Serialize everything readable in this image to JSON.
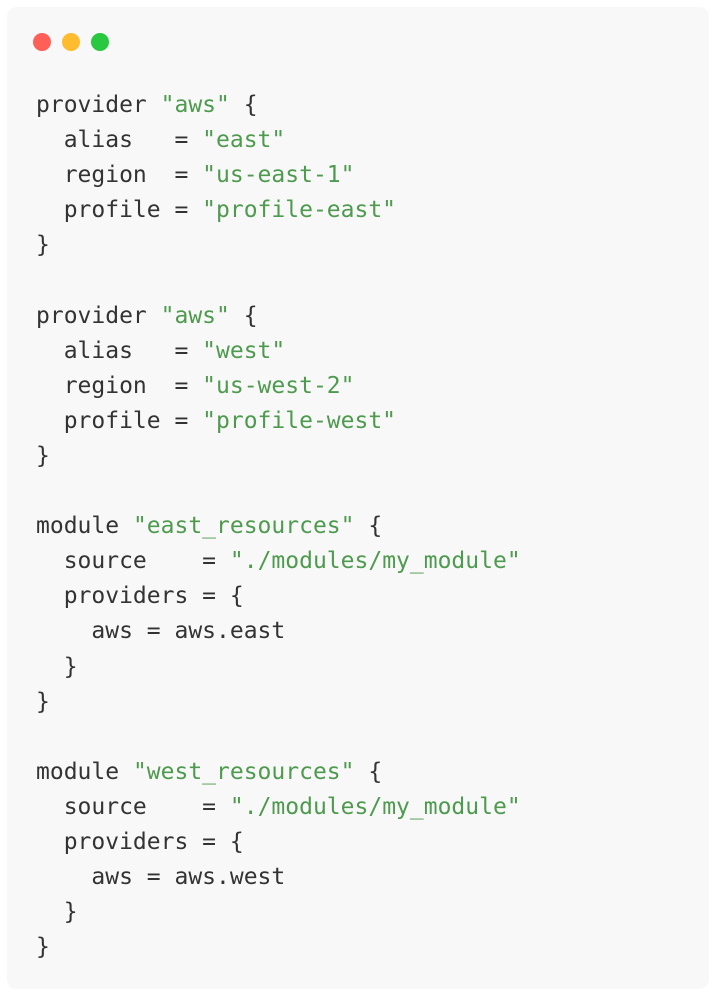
{
  "window": {
    "controls": [
      "close",
      "minimize",
      "maximize"
    ],
    "colors": {
      "background": "#f8f8f8",
      "text": "#333333",
      "string": "#4e9a4e",
      "close": "#ff5f57",
      "minimize": "#febc2e",
      "maximize": "#28c840"
    }
  },
  "code": {
    "lines": [
      [
        {
          "t": "provider ",
          "k": "plain"
        },
        {
          "t": "\"aws\"",
          "k": "str"
        },
        {
          "t": " {",
          "k": "plain"
        }
      ],
      [
        {
          "t": "  alias   = ",
          "k": "plain"
        },
        {
          "t": "\"east\"",
          "k": "str"
        }
      ],
      [
        {
          "t": "  region  = ",
          "k": "plain"
        },
        {
          "t": "\"us-east-1\"",
          "k": "str"
        }
      ],
      [
        {
          "t": "  profile = ",
          "k": "plain"
        },
        {
          "t": "\"profile-east\"",
          "k": "str"
        }
      ],
      [
        {
          "t": "}",
          "k": "plain"
        }
      ],
      [],
      [
        {
          "t": "provider ",
          "k": "plain"
        },
        {
          "t": "\"aws\"",
          "k": "str"
        },
        {
          "t": " {",
          "k": "plain"
        }
      ],
      [
        {
          "t": "  alias   = ",
          "k": "plain"
        },
        {
          "t": "\"west\"",
          "k": "str"
        }
      ],
      [
        {
          "t": "  region  = ",
          "k": "plain"
        },
        {
          "t": "\"us-west-2\"",
          "k": "str"
        }
      ],
      [
        {
          "t": "  profile = ",
          "k": "plain"
        },
        {
          "t": "\"profile-west\"",
          "k": "str"
        }
      ],
      [
        {
          "t": "}",
          "k": "plain"
        }
      ],
      [],
      [
        {
          "t": "module ",
          "k": "plain"
        },
        {
          "t": "\"east_resources\"",
          "k": "str"
        },
        {
          "t": " {",
          "k": "plain"
        }
      ],
      [
        {
          "t": "  source    = ",
          "k": "plain"
        },
        {
          "t": "\"./modules/my_module\"",
          "k": "str"
        }
      ],
      [
        {
          "t": "  providers = {",
          "k": "plain"
        }
      ],
      [
        {
          "t": "    aws = aws.east",
          "k": "plain"
        }
      ],
      [
        {
          "t": "  }",
          "k": "plain"
        }
      ],
      [
        {
          "t": "}",
          "k": "plain"
        }
      ],
      [],
      [
        {
          "t": "module ",
          "k": "plain"
        },
        {
          "t": "\"west_resources\"",
          "k": "str"
        },
        {
          "t": " {",
          "k": "plain"
        }
      ],
      [
        {
          "t": "  source    = ",
          "k": "plain"
        },
        {
          "t": "\"./modules/my_module\"",
          "k": "str"
        }
      ],
      [
        {
          "t": "  providers = {",
          "k": "plain"
        }
      ],
      [
        {
          "t": "    aws = aws.west",
          "k": "plain"
        }
      ],
      [
        {
          "t": "  }",
          "k": "plain"
        }
      ],
      [
        {
          "t": "}",
          "k": "plain"
        }
      ]
    ]
  }
}
